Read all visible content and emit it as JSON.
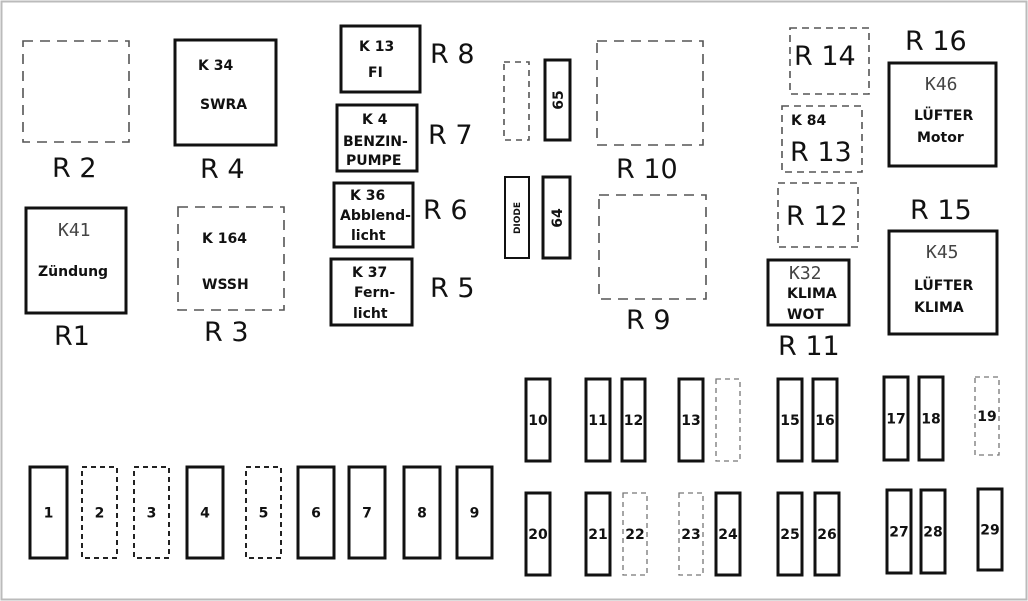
{
  "relays": {
    "r2": {
      "label": "R 2"
    },
    "r4": {
      "label": "R 4",
      "code": "K 34",
      "name": "SWRA"
    },
    "r8": {
      "label": "R 8",
      "code": "K 13",
      "name": "FI"
    },
    "r7": {
      "label": "R 7",
      "code": "K 4",
      "line1": "BENZIN-",
      "line2": "PUMPE"
    },
    "r6": {
      "label": "R 6",
      "code": "K 36",
      "line1": "Abblend-",
      "line2": "licht"
    },
    "r5": {
      "label": "R 5",
      "code": "K 37",
      "line1": "Fern-",
      "line2": "licht"
    },
    "r1": {
      "label": "R1",
      "code": "K41",
      "name": "Zündung"
    },
    "r3": {
      "label": "R 3",
      "code": "K 164",
      "name": "WSSH"
    },
    "r10": {
      "label": "R 10"
    },
    "r9": {
      "label": "R 9"
    },
    "r14": {
      "label": "R 14"
    },
    "r13": {
      "label": "R 13",
      "code": "K 84"
    },
    "r12": {
      "label": "R 12"
    },
    "r11": {
      "label": "R 11",
      "code": "K32",
      "line1": "KLIMA",
      "line2": "WOT"
    },
    "r16": {
      "label": "R 16",
      "code": "K46",
      "line1": "LÜFTER",
      "line2": "Motor"
    },
    "r15": {
      "label": "R 15",
      "code": "K45",
      "line1": "LÜFTER",
      "line2": "KLIMA"
    }
  },
  "components": {
    "fuse65": "65",
    "fuse64": "64",
    "diode": "DIODE"
  },
  "fuses": [
    "1",
    "2",
    "3",
    "4",
    "5",
    "6",
    "7",
    "8",
    "9",
    "10",
    "11",
    "12",
    "13",
    "15",
    "16",
    "17",
    "18",
    "19",
    "20",
    "21",
    "22",
    "23",
    "24",
    "25",
    "26",
    "27",
    "28",
    "29"
  ]
}
